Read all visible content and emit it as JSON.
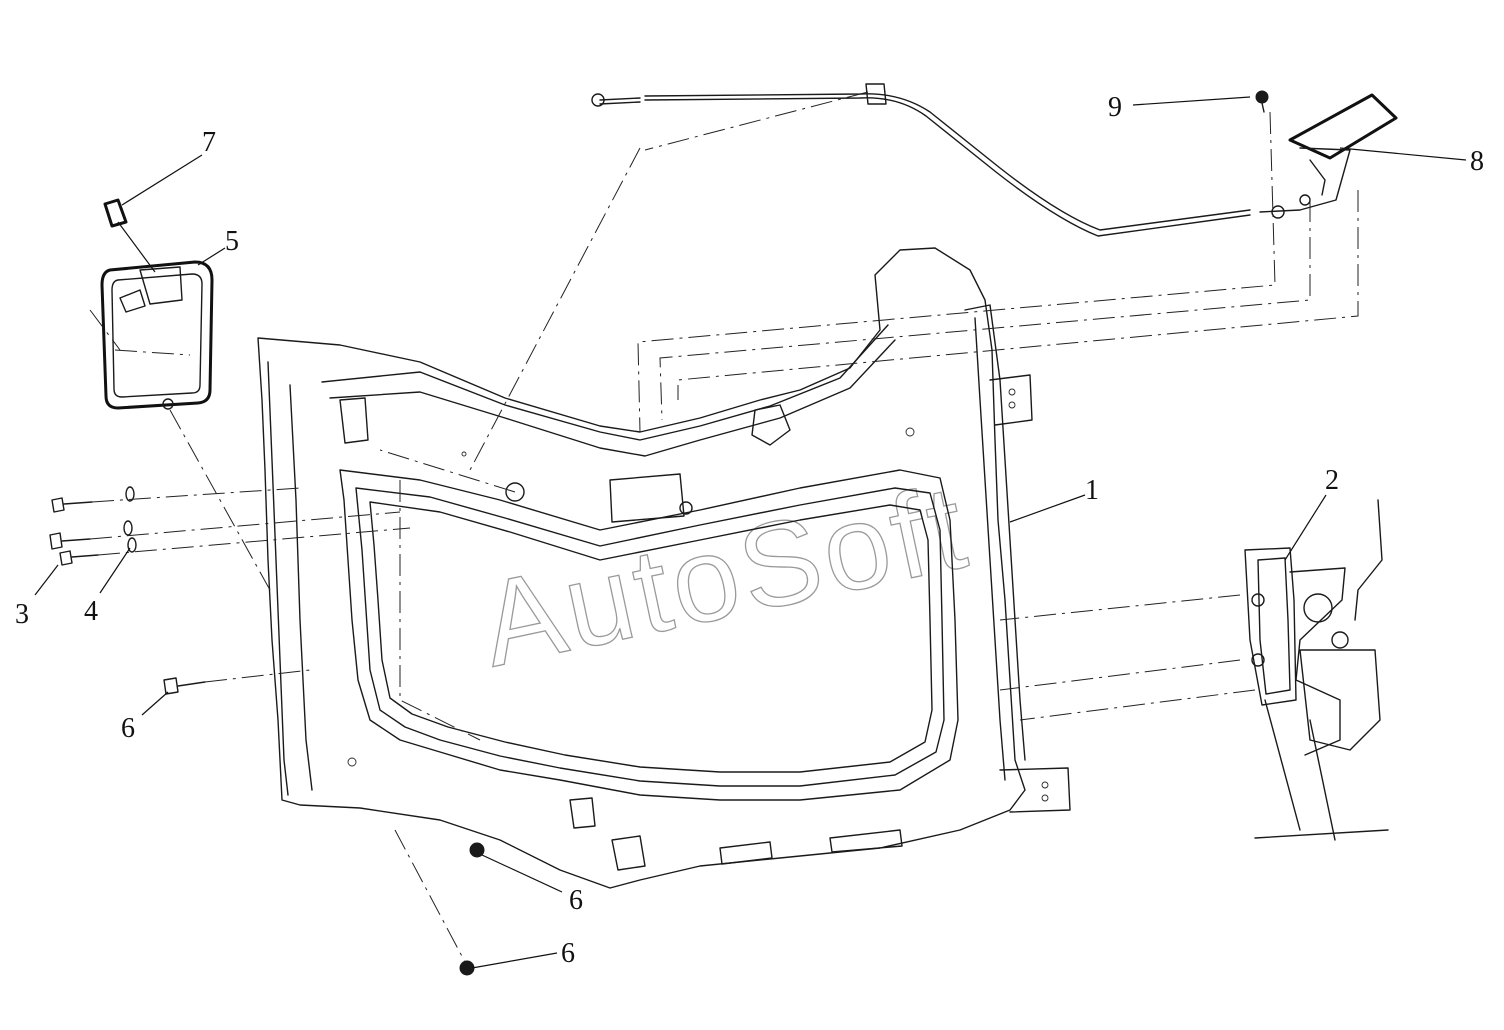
{
  "callouts": {
    "c1": "1",
    "c2": "2",
    "c3": "3",
    "c4": "4",
    "c5": "5",
    "c6a": "6",
    "c6b": "6",
    "c6c": "6",
    "c7": "7",
    "c8": "8",
    "c9": "9"
  },
  "watermark": "AutoSoft",
  "colors": {
    "line": "#1a1a1a",
    "watermark": "#9a9a9a",
    "background": "#ffffff"
  }
}
